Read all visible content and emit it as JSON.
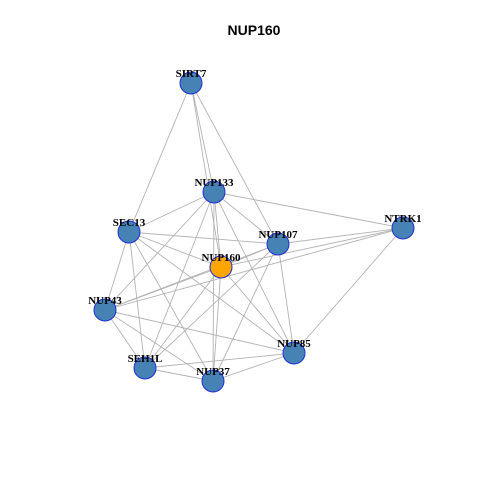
{
  "graph": {
    "title": "NUP160",
    "colors": {
      "default_node": "#4682b4",
      "focus_node": "#ffa500",
      "node_border": "#1f2fd6",
      "edge": "#b3b3b3",
      "label": "#000000"
    },
    "nodes": [
      {
        "id": "SIRT7",
        "label": "SIRT7",
        "focus": false
      },
      {
        "id": "NUP133",
        "label": "NUP133",
        "focus": false
      },
      {
        "id": "SEC13",
        "label": "SEC13",
        "focus": false
      },
      {
        "id": "NUP107",
        "label": "NUP107",
        "focus": false
      },
      {
        "id": "NTRK1",
        "label": "NTRK1",
        "focus": false
      },
      {
        "id": "NUP160",
        "label": "NUP160",
        "focus": true
      },
      {
        "id": "NUP43",
        "label": "NUP43",
        "focus": false
      },
      {
        "id": "NUP85",
        "label": "NUP85",
        "focus": false
      },
      {
        "id": "SEH1L",
        "label": "SEH1L",
        "focus": false
      },
      {
        "id": "NUP37",
        "label": "NUP37",
        "focus": false
      }
    ],
    "edges": [
      [
        "SIRT7",
        "SEC13"
      ],
      [
        "SIRT7",
        "NUP133"
      ],
      [
        "SIRT7",
        "NUP107"
      ],
      [
        "SIRT7",
        "NUP160"
      ],
      [
        "NUP133",
        "SEC13"
      ],
      [
        "NUP133",
        "NUP107"
      ],
      [
        "NUP133",
        "NTRK1"
      ],
      [
        "NUP133",
        "NUP160"
      ],
      [
        "NUP133",
        "NUP43"
      ],
      [
        "NUP133",
        "SEH1L"
      ],
      [
        "NUP133",
        "NUP37"
      ],
      [
        "NUP133",
        "NUP85"
      ],
      [
        "SEC13",
        "NUP160"
      ],
      [
        "SEC13",
        "NUP107"
      ],
      [
        "SEC13",
        "NUP43"
      ],
      [
        "SEC13",
        "SEH1L"
      ],
      [
        "SEC13",
        "NUP37"
      ],
      [
        "SEC13",
        "NUP85"
      ],
      [
        "NUP107",
        "NTRK1"
      ],
      [
        "NUP107",
        "NUP160"
      ],
      [
        "NUP107",
        "NUP43"
      ],
      [
        "NUP107",
        "NUP85"
      ],
      [
        "NUP107",
        "NUP37"
      ],
      [
        "NUP107",
        "SEH1L"
      ],
      [
        "NTRK1",
        "NUP160"
      ],
      [
        "NTRK1",
        "NUP85"
      ],
      [
        "NTRK1",
        "NUP43"
      ],
      [
        "NUP160",
        "NUP43"
      ],
      [
        "NUP160",
        "NUP85"
      ],
      [
        "NUP160",
        "SEH1L"
      ],
      [
        "NUP160",
        "NUP37"
      ],
      [
        "NUP43",
        "SEH1L"
      ],
      [
        "NUP43",
        "NUP37"
      ],
      [
        "NUP43",
        "NUP85"
      ],
      [
        "SEH1L",
        "NUP37"
      ],
      [
        "SEH1L",
        "NUP85"
      ],
      [
        "NUP37",
        "NUP85"
      ]
    ]
  }
}
